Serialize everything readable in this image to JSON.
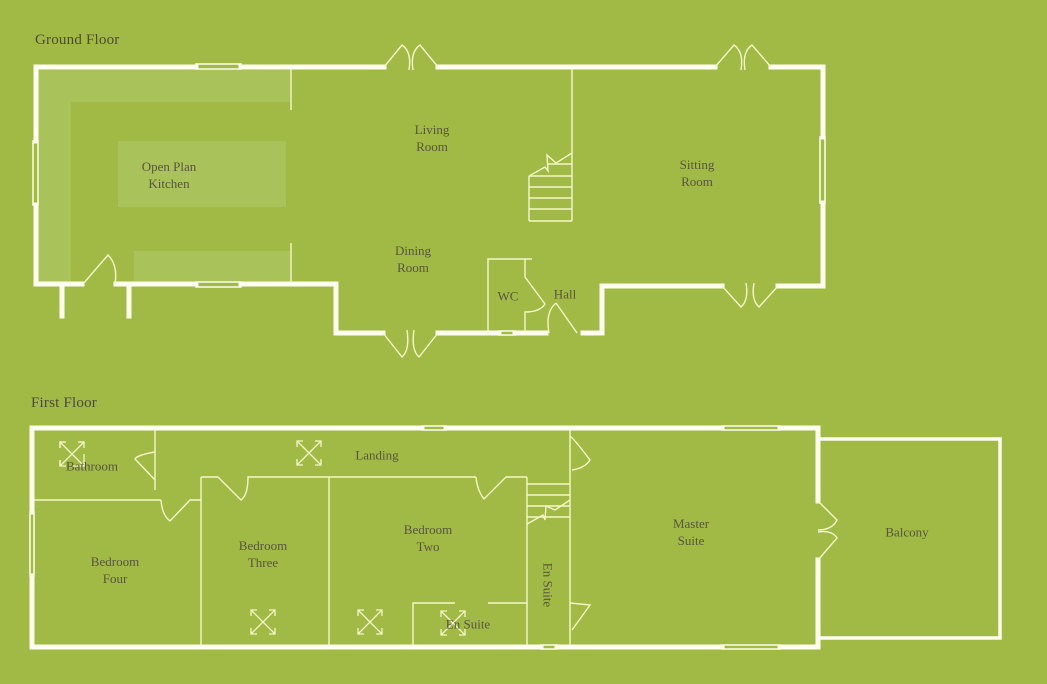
{
  "colors": {
    "background": "#a0ba45",
    "wall": "#fefef0",
    "thin_line": "#f4f7c8",
    "kitchen_highlight": "#a9c25a",
    "label": "#5a5440"
  },
  "ground_floor": {
    "title": "Ground Floor",
    "rooms": [
      {
        "id": "open-plan-kitchen",
        "label": "Open Plan\nKitchen"
      },
      {
        "id": "living-room",
        "label": "Living\nRoom"
      },
      {
        "id": "dining-room",
        "label": "Dining\nRoom"
      },
      {
        "id": "sitting-room",
        "label": "Sitting\nRoom"
      },
      {
        "id": "wc",
        "label": "WC"
      },
      {
        "id": "hall",
        "label": "Hall"
      }
    ]
  },
  "first_floor": {
    "title": "First Floor",
    "rooms": [
      {
        "id": "bathroom",
        "label": "Bathroom"
      },
      {
        "id": "landing",
        "label": "Landing"
      },
      {
        "id": "bedroom-four",
        "label": "Bedroom\nFour"
      },
      {
        "id": "bedroom-three",
        "label": "Bedroom\nThree"
      },
      {
        "id": "bedroom-two",
        "label": "Bedroom\nTwo"
      },
      {
        "id": "en-suite-vertical",
        "label": "En Suite"
      },
      {
        "id": "en-suite",
        "label": "En Suite"
      },
      {
        "id": "master-suite",
        "label": "Master\nSuite"
      },
      {
        "id": "balcony",
        "label": "Balcony"
      }
    ]
  }
}
